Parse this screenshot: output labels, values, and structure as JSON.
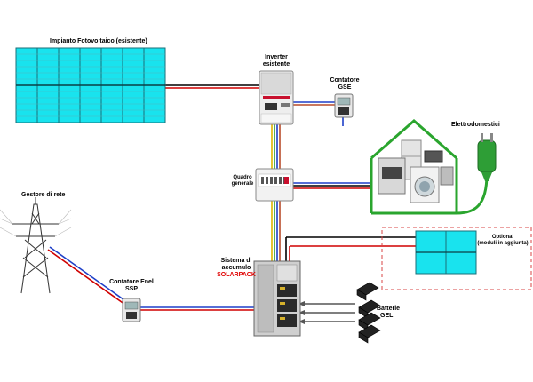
{
  "labels": {
    "pv_plant": "Impianto Fotovoltaico (esistente)",
    "inverter_1": "Inverter",
    "inverter_2": "esistente",
    "gse_meter_1": "Contatore",
    "gse_meter_2": "GSE",
    "appliances": "Elettrodomestici",
    "main_panel_1": "Quadro",
    "main_panel_2": "generale",
    "grid_operator": "Gestore di rete",
    "storage_1": "Sistema di",
    "storage_2": "accumulo",
    "storage_brand": "SOLARPACK",
    "enel_meter_1": "Contatore Enel",
    "enel_meter_2": "SSP",
    "optional_1": "Optional",
    "optional_2": "(moduli in aggiunta)",
    "batteries_1": "Batterie",
    "batteries_2": "GEL"
  },
  "colors": {
    "panel_fill": "#19e3ee",
    "panel_grid": "#1a6f78",
    "house_outline": "#2aa52e",
    "optional_border": "#d94545",
    "storage_brand": "#e00000",
    "plug": "#2e9e36"
  }
}
